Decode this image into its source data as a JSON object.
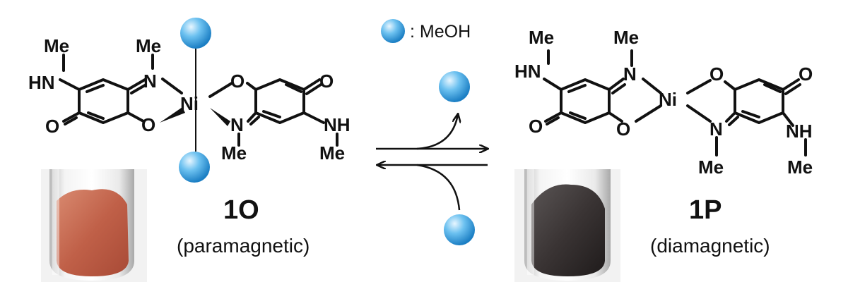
{
  "legend": {
    "label": ": MeOH"
  },
  "atoms": {
    "me": "Me",
    "hn": "HN",
    "nh": "NH",
    "n": "N",
    "o": "O",
    "ni": "Ni"
  },
  "compounds": [
    {
      "id": "1O",
      "label": "1O",
      "description": "(paramagnetic)",
      "solid_color": "#c06048"
    },
    {
      "id": "1P",
      "label": "1P",
      "description": "(diamagnetic)",
      "solid_color": "#3a3434"
    }
  ],
  "colors": {
    "meoh_sphere": "#3aa5e8",
    "ink": "#111111"
  }
}
